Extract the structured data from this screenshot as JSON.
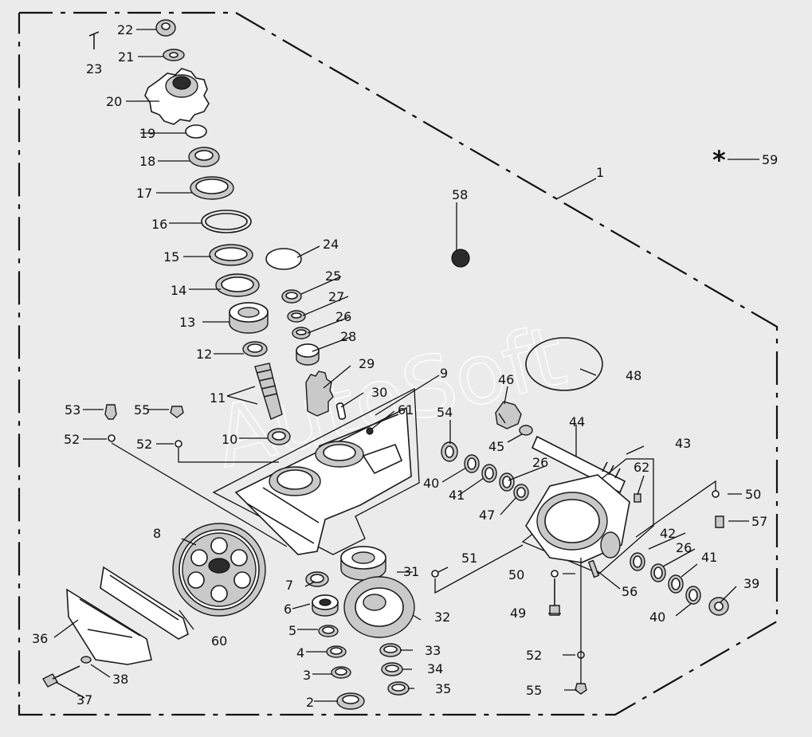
{
  "watermark": "AutoSoft",
  "star_symbol": "*",
  "labels": [
    {
      "id": "1",
      "text": "1"
    },
    {
      "id": "2",
      "text": "2"
    },
    {
      "id": "3",
      "text": "3"
    },
    {
      "id": "4",
      "text": "4"
    },
    {
      "id": "5",
      "text": "5"
    },
    {
      "id": "6",
      "text": "6"
    },
    {
      "id": "7",
      "text": "7"
    },
    {
      "id": "8",
      "text": "8"
    },
    {
      "id": "9",
      "text": "9"
    },
    {
      "id": "10",
      "text": "10"
    },
    {
      "id": "11",
      "text": "11"
    },
    {
      "id": "12",
      "text": "12"
    },
    {
      "id": "13",
      "text": "13"
    },
    {
      "id": "14",
      "text": "14"
    },
    {
      "id": "15",
      "text": "15"
    },
    {
      "id": "16",
      "text": "16"
    },
    {
      "id": "17",
      "text": "17"
    },
    {
      "id": "18",
      "text": "18"
    },
    {
      "id": "19",
      "text": "19"
    },
    {
      "id": "20",
      "text": "20"
    },
    {
      "id": "21",
      "text": "21"
    },
    {
      "id": "22",
      "text": "22"
    },
    {
      "id": "23",
      "text": "23"
    },
    {
      "id": "24",
      "text": "24"
    },
    {
      "id": "25",
      "text": "25"
    },
    {
      "id": "26a",
      "text": "26"
    },
    {
      "id": "26b",
      "text": "26"
    },
    {
      "id": "26c",
      "text": "26"
    },
    {
      "id": "27",
      "text": "27"
    },
    {
      "id": "28",
      "text": "28"
    },
    {
      "id": "29",
      "text": "29"
    },
    {
      "id": "30",
      "text": "30"
    },
    {
      "id": "31",
      "text": "31"
    },
    {
      "id": "32",
      "text": "32"
    },
    {
      "id": "33",
      "text": "33"
    },
    {
      "id": "34",
      "text": "34"
    },
    {
      "id": "35",
      "text": "35"
    },
    {
      "id": "36",
      "text": "36"
    },
    {
      "id": "37",
      "text": "37"
    },
    {
      "id": "38",
      "text": "38"
    },
    {
      "id": "39",
      "text": "39"
    },
    {
      "id": "40a",
      "text": "40"
    },
    {
      "id": "40b",
      "text": "40"
    },
    {
      "id": "41a",
      "text": "41"
    },
    {
      "id": "41b",
      "text": "41"
    },
    {
      "id": "42",
      "text": "42"
    },
    {
      "id": "43",
      "text": "43"
    },
    {
      "id": "44",
      "text": "44"
    },
    {
      "id": "45",
      "text": "45"
    },
    {
      "id": "46",
      "text": "46"
    },
    {
      "id": "47",
      "text": "47"
    },
    {
      "id": "48",
      "text": "48"
    },
    {
      "id": "49",
      "text": "49"
    },
    {
      "id": "50a",
      "text": "50"
    },
    {
      "id": "50b",
      "text": "50"
    },
    {
      "id": "51",
      "text": "51"
    },
    {
      "id": "52a",
      "text": "52"
    },
    {
      "id": "52b",
      "text": "52"
    },
    {
      "id": "52c",
      "text": "52"
    },
    {
      "id": "53",
      "text": "53"
    },
    {
      "id": "54",
      "text": "54"
    },
    {
      "id": "55a",
      "text": "55"
    },
    {
      "id": "55b",
      "text": "55"
    },
    {
      "id": "56",
      "text": "56"
    },
    {
      "id": "57",
      "text": "57"
    },
    {
      "id": "58",
      "text": "58"
    },
    {
      "id": "59",
      "text": "59"
    },
    {
      "id": "60",
      "text": "60"
    },
    {
      "id": "61",
      "text": "61"
    },
    {
      "id": "62",
      "text": "62"
    }
  ]
}
